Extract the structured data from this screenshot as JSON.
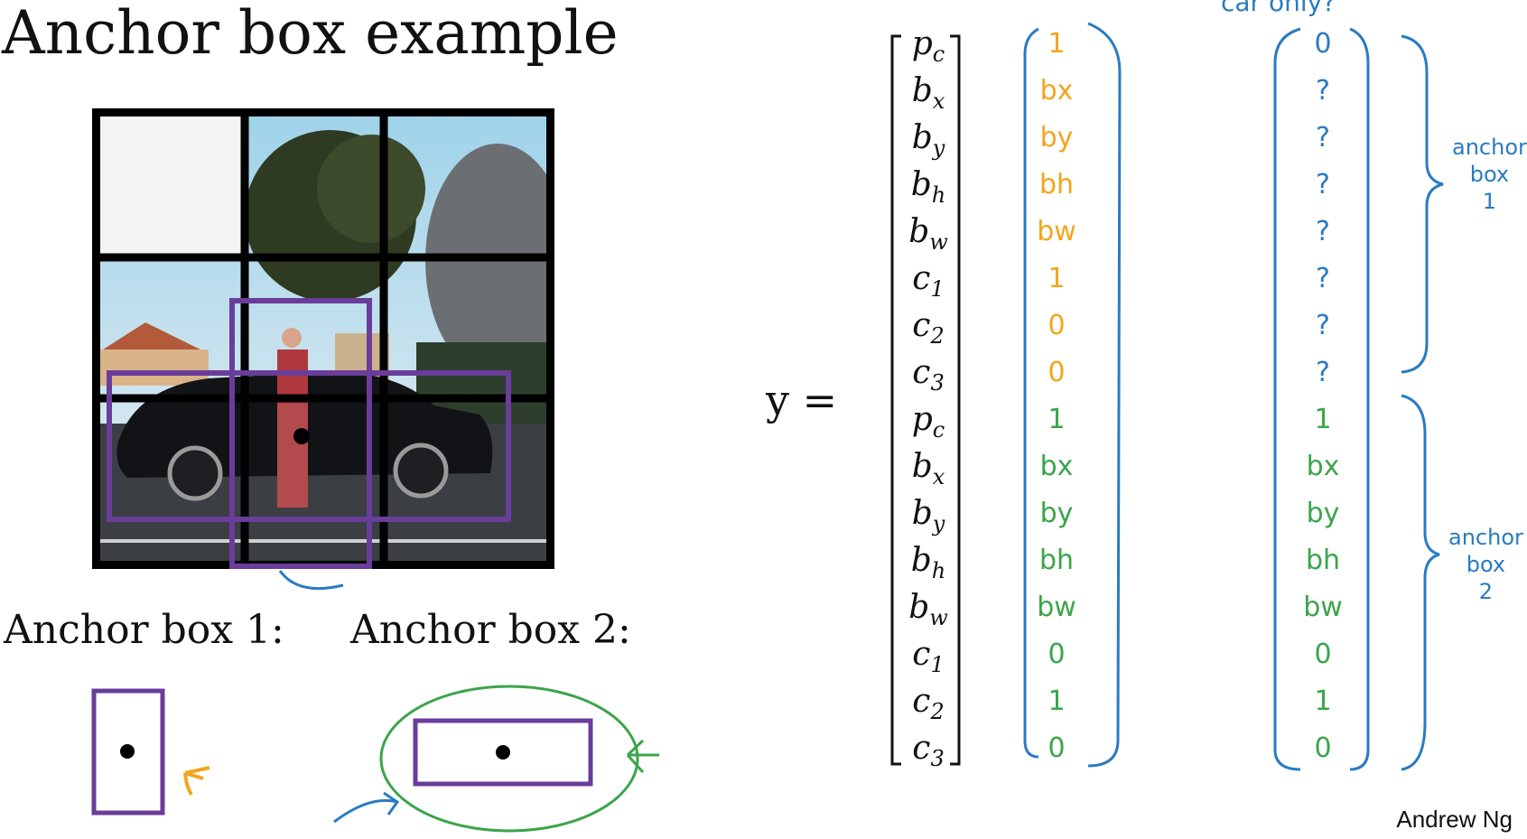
{
  "title": "Anchor box example",
  "anchor_box_1_label": "Anchor box 1:",
  "anchor_box_2_label": "Anchor box 2:",
  "y_equals": "y =",
  "vector_symbols": [
    {
      "base": "p",
      "sub": "c"
    },
    {
      "base": "b",
      "sub": "x"
    },
    {
      "base": "b",
      "sub": "y"
    },
    {
      "base": "b",
      "sub": "h"
    },
    {
      "base": "b",
      "sub": "w"
    },
    {
      "base": "c",
      "sub": "1"
    },
    {
      "base": "c",
      "sub": "2"
    },
    {
      "base": "c",
      "sub": "3"
    },
    {
      "base": "p",
      "sub": "c"
    },
    {
      "base": "b",
      "sub": "x"
    },
    {
      "base": "b",
      "sub": "y"
    },
    {
      "base": "b",
      "sub": "h"
    },
    {
      "base": "b",
      "sub": "w"
    },
    {
      "base": "c",
      "sub": "1"
    },
    {
      "base": "c",
      "sub": "2"
    },
    {
      "base": "c",
      "sub": "3"
    }
  ],
  "column_1_values": [
    "1",
    "bx",
    "by",
    "bh",
    "bw",
    "1",
    "0",
    "0",
    "1",
    "bx",
    "by",
    "bh",
    "bw",
    "0",
    "1",
    "0"
  ],
  "column_1_colors": [
    "#f2a51f",
    "#f2a51f",
    "#f2a51f",
    "#f2a51f",
    "#f2a51f",
    "#f2a51f",
    "#f2a51f",
    "#f2a51f",
    "#3aa54a",
    "#3aa54a",
    "#3aa54a",
    "#3aa54a",
    "#3aa54a",
    "#3aa54a",
    "#3aa54a",
    "#3aa54a"
  ],
  "column_2_values": [
    "0",
    "?",
    "?",
    "?",
    "?",
    "?",
    "?",
    "?",
    "1",
    "bx",
    "by",
    "bh",
    "bw",
    "0",
    "1",
    "0"
  ],
  "column_2_colors": [
    "#2a7bc2",
    "#2a7bc2",
    "#2a7bc2",
    "#2a7bc2",
    "#2a7bc2",
    "#2a7bc2",
    "#2a7bc2",
    "#2a7bc2",
    "#3aa54a",
    "#3aa54a",
    "#3aa54a",
    "#3aa54a",
    "#3aa54a",
    "#3aa54a",
    "#3aa54a",
    "#3aa54a"
  ],
  "column_2_header": "car only?",
  "brace_note_1": [
    "anchor",
    "box",
    "1"
  ],
  "brace_note_2": [
    "anchor",
    "box",
    "2"
  ],
  "credit": "Andrew Ng",
  "colors": {
    "purple_box": "#6a3d9a",
    "ink_blue": "#2a7bc2",
    "ink_orange": "#f2a51f",
    "ink_green": "#3aa54a"
  }
}
